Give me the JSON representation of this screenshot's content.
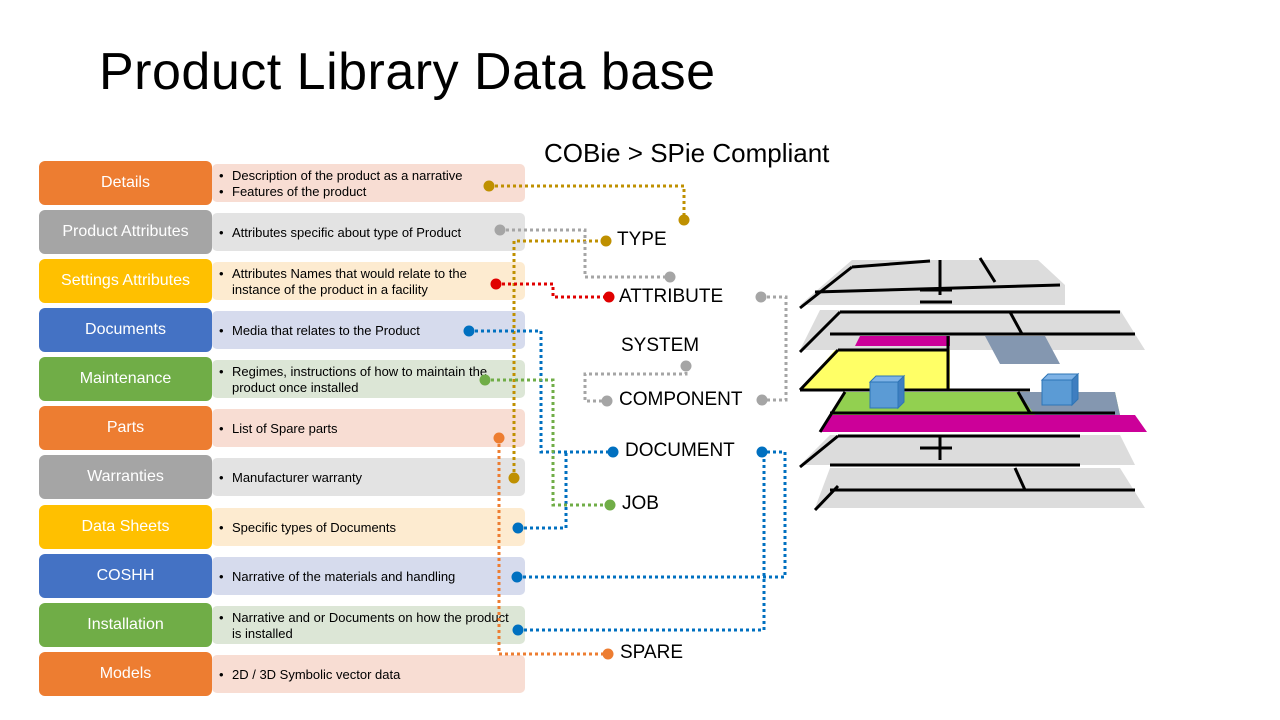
{
  "title": "Product Library Data base",
  "subtitle": "COBie > SPie Compliant",
  "rows": [
    {
      "label": "Details",
      "bullets": [
        "Description of the product as a narrative",
        "Features of the product"
      ]
    },
    {
      "label": "Product Attributes",
      "bullets": [
        "Attributes specific about type of Product"
      ]
    },
    {
      "label": "Settings Attributes",
      "bullets": [
        "Attributes Names that would relate to the instance of the product in a facility"
      ]
    },
    {
      "label": "Documents",
      "bullets": [
        "Media that relates to the Product"
      ]
    },
    {
      "label": "Maintenance",
      "bullets": [
        "Regimes, instructions of how to maintain the product once installed"
      ]
    },
    {
      "label": "Parts",
      "bullets": [
        "List of Spare parts"
      ]
    },
    {
      "label": "Warranties",
      "bullets": [
        "Manufacturer warranty"
      ]
    },
    {
      "label": "Data Sheets",
      "bullets": [
        "Specific types of Documents"
      ]
    },
    {
      "label": "COSHH",
      "bullets": [
        "Narrative of the materials and handling"
      ]
    },
    {
      "label": "Installation",
      "bullets": [
        "Narrative and or Documents on how the product is installed"
      ]
    },
    {
      "label": "Models",
      "bullets": [
        "2D / 3D Symbolic vector data"
      ]
    }
  ],
  "targets": {
    "type": "TYPE",
    "attribute": "ATTRIBUTE",
    "system": "SYSTEM",
    "component": "COMPONENT",
    "document": "DOCUMENT",
    "job": "JOB",
    "spare": "SPARE"
  },
  "colors": {
    "orange": "#ED7D31",
    "grey": "#A5A5A5",
    "yellow": "#FFC000",
    "blue": "#4472C4",
    "green": "#70AD47",
    "link_gold": "#BF9000",
    "link_grey": "#A5A5A5",
    "link_red": "#E00000",
    "link_blue": "#0070C0",
    "link_green": "#70AD47",
    "link_orange": "#ED7D31",
    "floor_magenta": "#CC0099",
    "floor_yellow": "#FFFF66",
    "floor_green": "#92D050"
  }
}
